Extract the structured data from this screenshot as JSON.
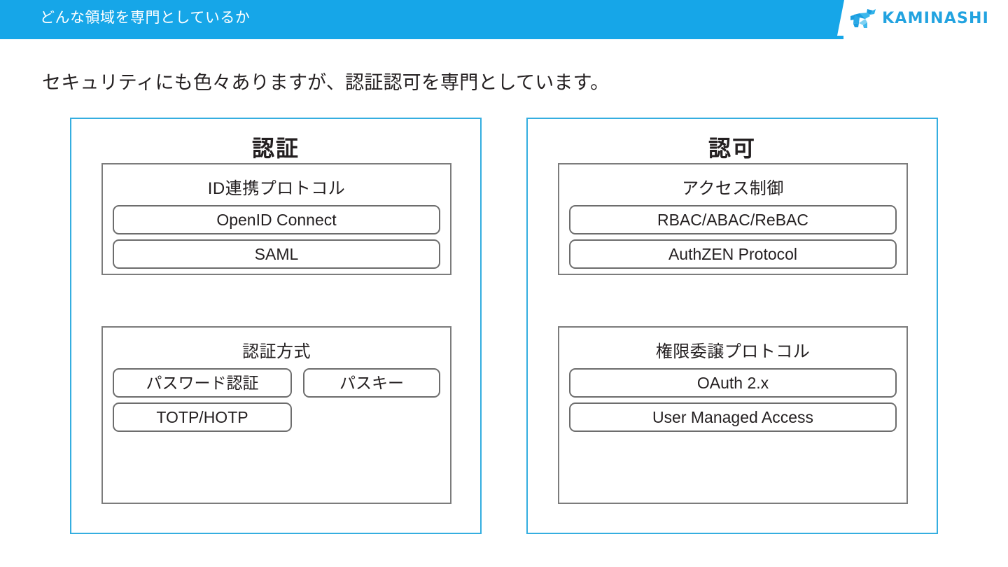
{
  "header": {
    "title": "どんな領域を専門としているか",
    "bar_color": "#16a6e8",
    "logo": {
      "mark_name": "kaminashi-goat-logo",
      "wordmark": "KAMINASHI",
      "color": "#22a3e0"
    }
  },
  "lead": {
    "text": "セキュリティにも色々ありますが、認証認可を専門としています。"
  },
  "panels": [
    {
      "title": "認証",
      "border_color": "#35aee0",
      "groups": [
        {
          "title": "認証方式",
          "rows": [
            [
              "パスワード認証",
              "パスキー"
            ],
            [
              "TOTP/HOTP"
            ]
          ]
        },
        {
          "title": "ID連携プロトコル",
          "rows": [
            [
              "OpenID Connect"
            ],
            [
              "SAML"
            ]
          ]
        }
      ]
    },
    {
      "title": "認可",
      "border_color": "#35aee0",
      "groups": [
        {
          "title": "権限委譲プロトコル",
          "rows": [
            [
              "OAuth 2.x"
            ],
            [
              "User Managed Access"
            ]
          ]
        },
        {
          "title": "アクセス制御",
          "rows": [
            [
              "RBAC/ABAC/ReBAC"
            ],
            [
              "AuthZEN Protocol"
            ]
          ]
        }
      ]
    }
  ]
}
